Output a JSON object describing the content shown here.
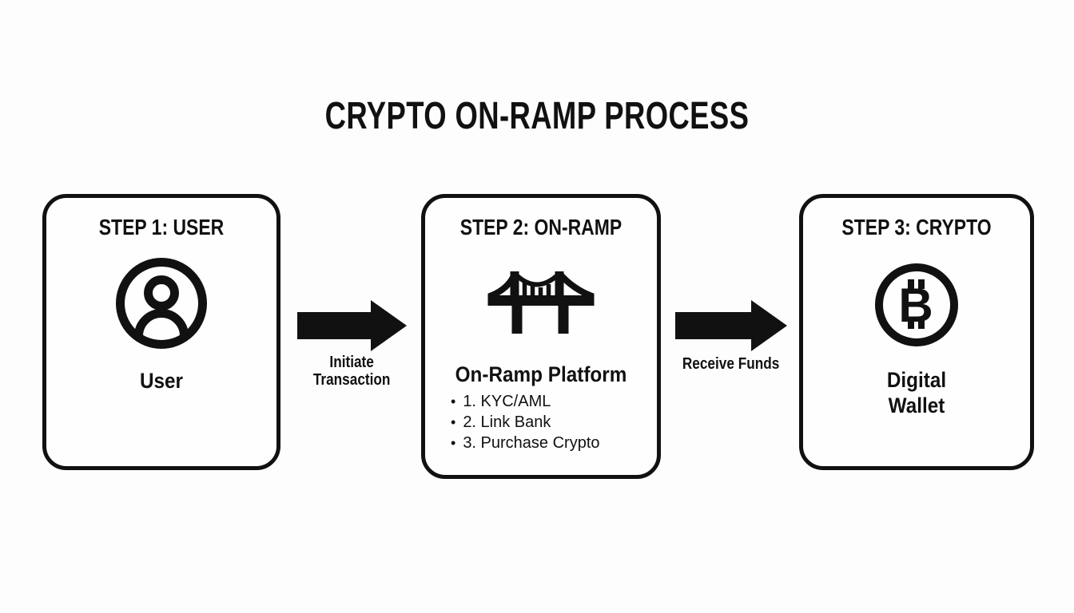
{
  "title": "CRYPTO ON-RAMP PROCESS",
  "colors": {
    "ink": "#111111",
    "background": "#fdfdfd"
  },
  "glyphs": {
    "bullet": "•"
  },
  "steps": [
    {
      "heading": "STEP 1: USER",
      "icon": "user-icon",
      "label": "User"
    },
    {
      "heading": "STEP 2: ON-RAMP",
      "icon": "bridge-icon",
      "label": "On-Ramp Platform",
      "bullets": [
        "1. KYC/AML",
        "2. Link Bank",
        "3. Purchase Crypto"
      ]
    },
    {
      "heading": "STEP 3: CRYPTO",
      "icon": "bitcoin-icon",
      "label": "Digital\nWallet"
    }
  ],
  "arrows": [
    {
      "label": "Initiate\nTransaction"
    },
    {
      "label": "Receive Funds"
    }
  ]
}
